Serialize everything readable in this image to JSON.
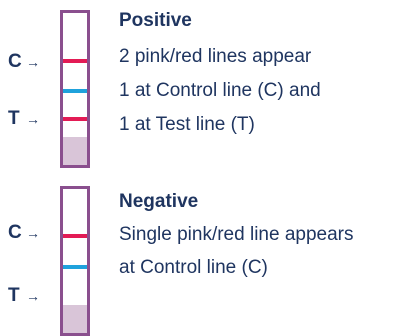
{
  "colors": {
    "text": "#1f3560",
    "strip_border": "#8a4f8e",
    "strip_window": "#d9c5d8",
    "control_band": "#e31b55",
    "test_band": "#e31b55",
    "blue_band": "#1fa2dc"
  },
  "markers": {
    "control": "C",
    "test": "T",
    "arrow": "→"
  },
  "positive": {
    "title": "Positive",
    "lines": [
      "2 pink/red lines appear",
      "1 at Control line (C) and",
      "1 at Test line (T)"
    ]
  },
  "negative": {
    "title": "Negative",
    "lines": [
      "Single pink/red line appears",
      "at Control line (C)"
    ]
  }
}
